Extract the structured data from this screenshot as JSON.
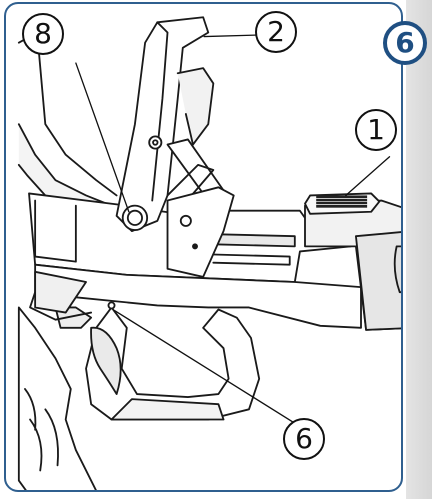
{
  "step_badge": {
    "number": "6",
    "color": "#1f4f82"
  },
  "frame_color": "#2f5f8f",
  "callouts": [
    {
      "id": "c8",
      "label": "8"
    },
    {
      "id": "c2",
      "label": "2"
    },
    {
      "id": "c1",
      "label": "1"
    },
    {
      "id": "c6",
      "label": "6"
    }
  ]
}
